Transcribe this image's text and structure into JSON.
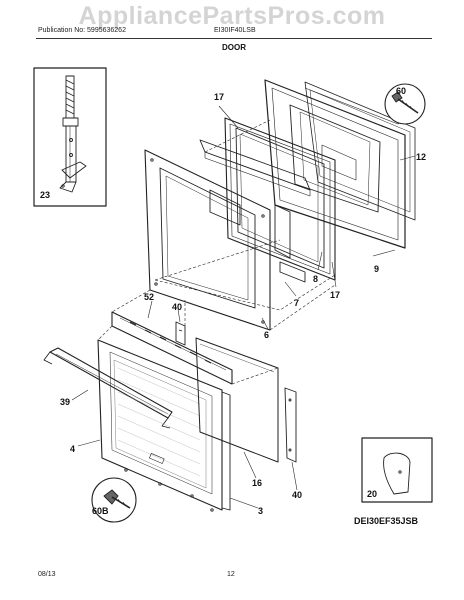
{
  "watermark": "AppliancePartsPros.com",
  "header": {
    "publication": "Publication No: 5995636262",
    "model": "EI30IF40LSB",
    "section": "DOOR"
  },
  "parts": [
    {
      "id": "p17a",
      "label": "17"
    },
    {
      "id": "p60",
      "label": "60"
    },
    {
      "id": "p12",
      "label": "12"
    },
    {
      "id": "p23",
      "label": "23"
    },
    {
      "id": "p9",
      "label": "9"
    },
    {
      "id": "p8",
      "label": "8"
    },
    {
      "id": "p17b",
      "label": "17"
    },
    {
      "id": "p7",
      "label": "7"
    },
    {
      "id": "p6",
      "label": "6"
    },
    {
      "id": "p52",
      "label": "52"
    },
    {
      "id": "p40a",
      "label": "40"
    },
    {
      "id": "p39",
      "label": "39"
    },
    {
      "id": "p4",
      "label": "4"
    },
    {
      "id": "p16",
      "label": "16"
    },
    {
      "id": "p40b",
      "label": "40"
    },
    {
      "id": "p60b",
      "label": "60B"
    },
    {
      "id": "p3",
      "label": "3"
    },
    {
      "id": "p20",
      "label": "20"
    }
  ],
  "variant_model": "DEI30EF35JSB",
  "footer": {
    "date": "08/13",
    "page": "12"
  }
}
